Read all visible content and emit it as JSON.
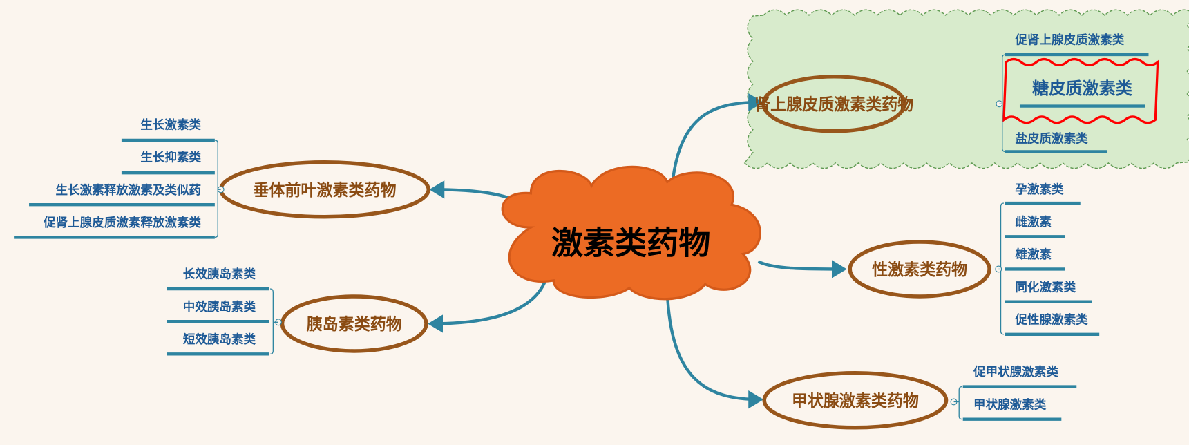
{
  "central": {
    "label": "激素类药物"
  },
  "colors": {
    "background": "#fbf5ee",
    "central_fill": "#ec6b24",
    "topic_border": "#98561b",
    "topic_text": "#8a4b12",
    "child_text": "#1e5a96",
    "line": "#2e84a0",
    "boundary_fill": "#d8ebcc",
    "highlight": "#ff0000"
  },
  "topics": [
    {
      "label": "垂体前叶激素类药物",
      "children": [
        "生长激素类",
        "生长抑素类",
        "生长激素释放激素及类似药",
        "促肾上腺皮质激素释放激素类"
      ]
    },
    {
      "label": "胰岛素类药物",
      "children": [
        "长效胰岛素类",
        "中效胰岛素类",
        "短效胰岛素类"
      ]
    },
    {
      "label": "肾上腺皮质激素类药物",
      "children": [
        "促肾上腺皮质激素类",
        "糖皮质激素类",
        "盐皮质激素类"
      ]
    },
    {
      "label": "性激素类药物",
      "children": [
        "孕激素类",
        "雌激素",
        "雄激素",
        "同化激素类",
        "促性腺激素类"
      ]
    },
    {
      "label": "甲状腺激素类药物",
      "children": [
        "促甲状腺激素类",
        "甲状腺激素类"
      ]
    }
  ]
}
